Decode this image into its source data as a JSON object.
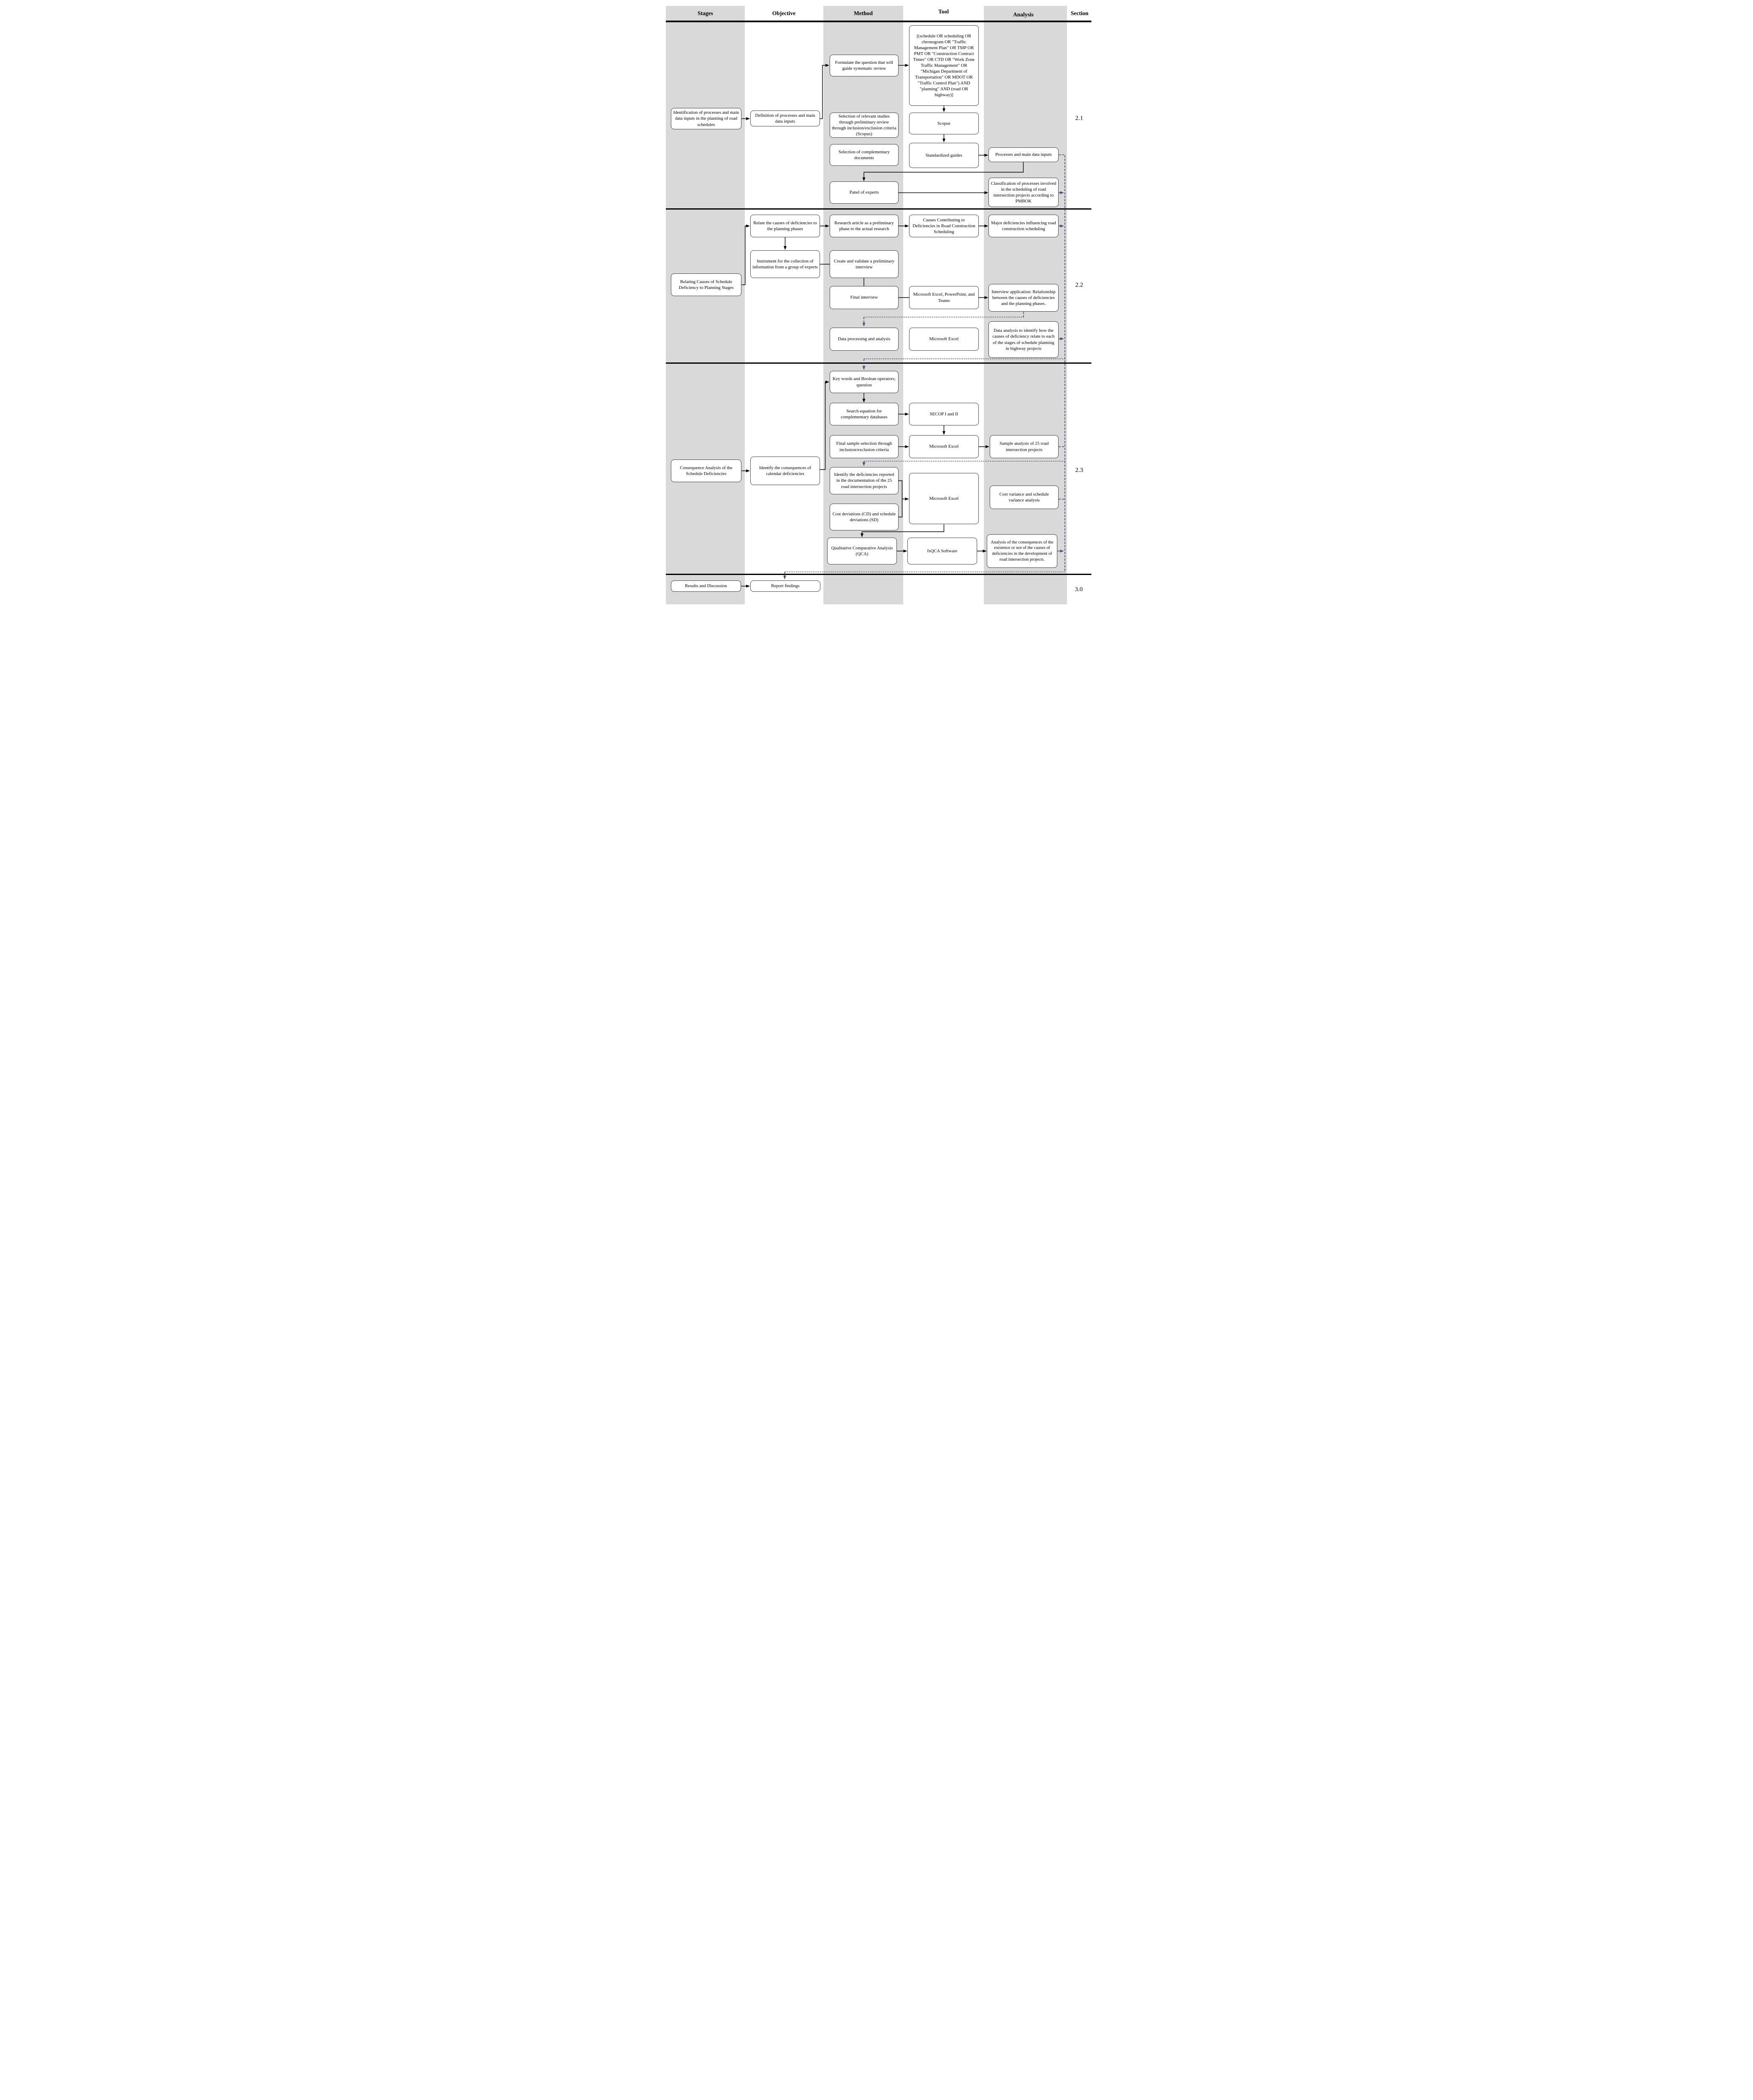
{
  "columns": {
    "stages": "Stages",
    "objective": "Objective",
    "method": "Method",
    "tool": "Tool",
    "analysis": "Analysis",
    "section": "Section"
  },
  "sections": {
    "s1": "2.1",
    "s2": "2.2",
    "s3": "2.3",
    "s4": "3.0"
  },
  "colors": {
    "band": "#d9d9d9",
    "box_border": "#404040",
    "arrow": "#000000",
    "dashed_flow": "#5b4a78"
  },
  "nodes": {
    "identification": {
      "label": "Identification of processes and main data inputs in the planning of road schedules"
    },
    "definition": {
      "label": "Definition of processes and main data inputs"
    },
    "formulate": {
      "label": "Formulate the question that will guide systematic review"
    },
    "sel_relevant": {
      "label": "Selection of relevant studies through preliminary review through inclusion/exclusion criteria (Scopus)"
    },
    "sel_complementary": {
      "label": "Selection of complementary documents"
    },
    "panel": {
      "label": "Panel of experts"
    },
    "query": {
      "label": "[(schedule OR scheduling OR chronogram OR \"Traffic Management Plan\" OR TMP OR PMT OR \"Construction Contract Times\" OR CTD OR \"Work Zone Traffic Management\" OR \"Michigan Department of Transportation\" OR MDOT OR \"Traffic Control Plan\") AND \"planning\" AND (road OR highway)]"
    },
    "scopus": {
      "label": "Scopus"
    },
    "std_guides": {
      "label": "Standardized guides"
    },
    "processes_inputs": {
      "label": "Processes and main data inputs"
    },
    "classification": {
      "label": "Classification of processes involved in the scheduling of road intersection projects according to PMBOK"
    },
    "relating": {
      "label": "Relating Causes of Schedule Deficiency to Planning Stages"
    },
    "relate_causes": {
      "label": "Relate the causes of deficiencies to the planning phases"
    },
    "instrument": {
      "label": "Instrument for the collection of information from a group of experts"
    },
    "research_article": {
      "label": "Research article as a preliminary phase to the actual research"
    },
    "create_validate": {
      "label": "Create and validate a preliminary interview"
    },
    "final_interview": {
      "label": "Final interview"
    },
    "causes_contributing": {
      "label": "Causes Contributing to Deficiencies in Road Construction Scheduling"
    },
    "excel_ppt": {
      "label": "Microsoft Excel, PowerPoint, and Teams"
    },
    "major_def": {
      "label": "Major deficiencies influencing road construction scheduling"
    },
    "interview_app": {
      "label": "Interview application: Relationship between the causes of deficiencies and the planning phases."
    },
    "data_processing": {
      "label": "Data processing and analysis"
    },
    "excel2": {
      "label": "Microsoft Excel"
    },
    "data_analysis": {
      "label": "Data analysis to identify how the causes of deficiency relate to each of the stages of schedule planning in highway projects"
    },
    "consequence": {
      "label": "Consequence Analysis of the Schedule Deficiencies"
    },
    "identify_consequences": {
      "label": "Identify the consequences of calendar deficiencies"
    },
    "keywords": {
      "label": "Key words and Boolean operators; question"
    },
    "search_eq": {
      "label": "Search equation for complementary databases"
    },
    "secop": {
      "label": "SECOP I and II"
    },
    "final_sample": {
      "label": "Final sample selection through inclusion/exclusion criteria"
    },
    "excel3": {
      "label": "Microsoft Excel"
    },
    "sample_analysis": {
      "label": "Sample analysis of 25 road intersection projects"
    },
    "identify_def": {
      "label": "Identify the deficiencies reported in the documentation of the 25 road intersection projects"
    },
    "excel4": {
      "label": "Microsoft Excel"
    },
    "cost_variance": {
      "label": "Cost variance and schedule variance analysis"
    },
    "cost_deviations": {
      "label": "Cost deviations (CD) and schedule deviations (SD)"
    },
    "qca": {
      "label": "Qualitative Comparative Analysis (QCA)"
    },
    "fsqca": {
      "label": "fsQCA Software"
    },
    "analysis_consequences": {
      "label": "Analysis of the consequences of the existence or not of the causes of deficiencies in the development of road intersection projects."
    },
    "results": {
      "label": "Results and Discussion"
    },
    "report": {
      "label": "Report findings"
    }
  }
}
